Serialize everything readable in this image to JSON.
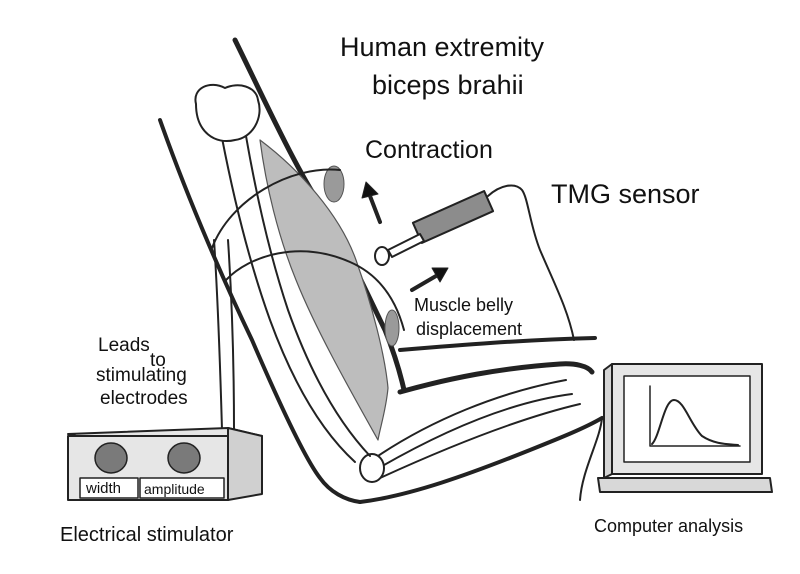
{
  "title_line1": "Human extremity",
  "title_line2": "biceps brahii",
  "contraction": "Contraction",
  "tmg_sensor": "TMG sensor",
  "muscle_line1": "Muscle belly",
  "muscle_line2": "displacement",
  "leads_line1": "Leads",
  "leads_line2": "to",
  "leads_line3": "stimulating",
  "leads_line4": "electrodes",
  "knob_width": "width",
  "knob_amplitude": "amplitude",
  "stimulator": "Electrical stimulator",
  "computer": "Computer analysis",
  "colors": {
    "muscle": "#bdbdbd",
    "sensor": "#8c8c8c",
    "knob": "#7a7a7a",
    "stroke": "#222222",
    "screen": "#ffffff"
  },
  "icons": [
    "arm-outline",
    "muscle-belly",
    "tmg-sensor-probe",
    "arrow-up",
    "arrow-right",
    "stimulator-box",
    "knob",
    "computer-monitor",
    "response-curve"
  ]
}
